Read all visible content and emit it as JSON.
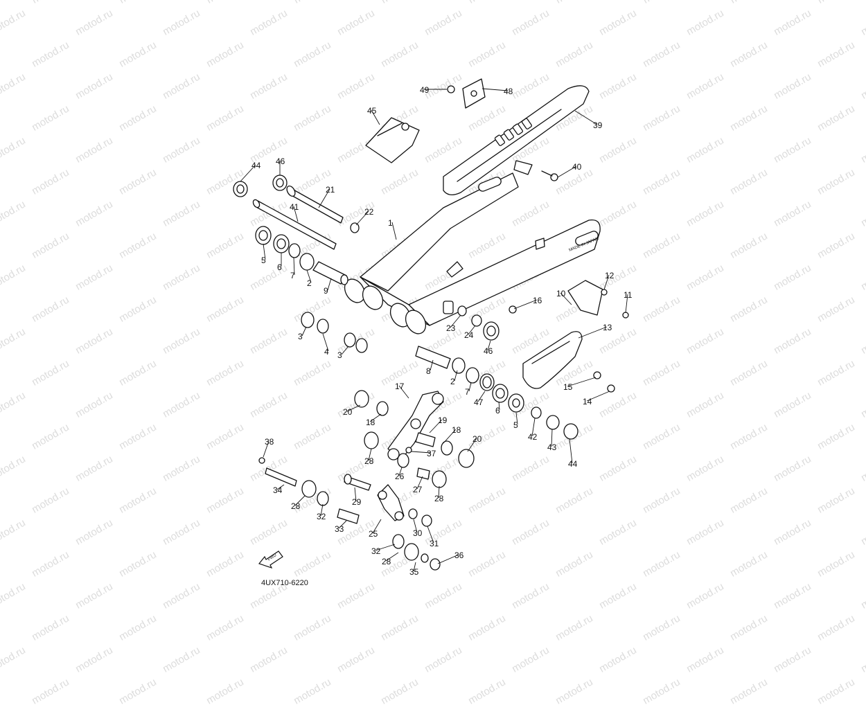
{
  "watermark": "motod.ru",
  "diagram_code": "4UX710-6220",
  "fwd_label": "FWD",
  "swingarm_text": "MADE IN JAPAN",
  "labels": [
    "1",
    "2",
    "2",
    "3",
    "3",
    "4",
    "5",
    "5",
    "6",
    "6",
    "7",
    "7",
    "8",
    "9",
    "10",
    "11",
    "12",
    "13",
    "14",
    "15",
    "16",
    "17",
    "18",
    "18",
    "19",
    "20",
    "20",
    "21",
    "22",
    "23",
    "24",
    "25",
    "26",
    "27",
    "28",
    "28",
    "28",
    "28",
    "29",
    "30",
    "31",
    "32",
    "32",
    "33",
    "34",
    "35",
    "36",
    "37",
    "38",
    "39",
    "40",
    "41",
    "42",
    "43",
    "44",
    "44",
    "45",
    "46",
    "46",
    "47",
    "48",
    "49"
  ],
  "colors": {
    "line": "#111111",
    "watermark": "#dcdcdc",
    "background": "#ffffff"
  }
}
